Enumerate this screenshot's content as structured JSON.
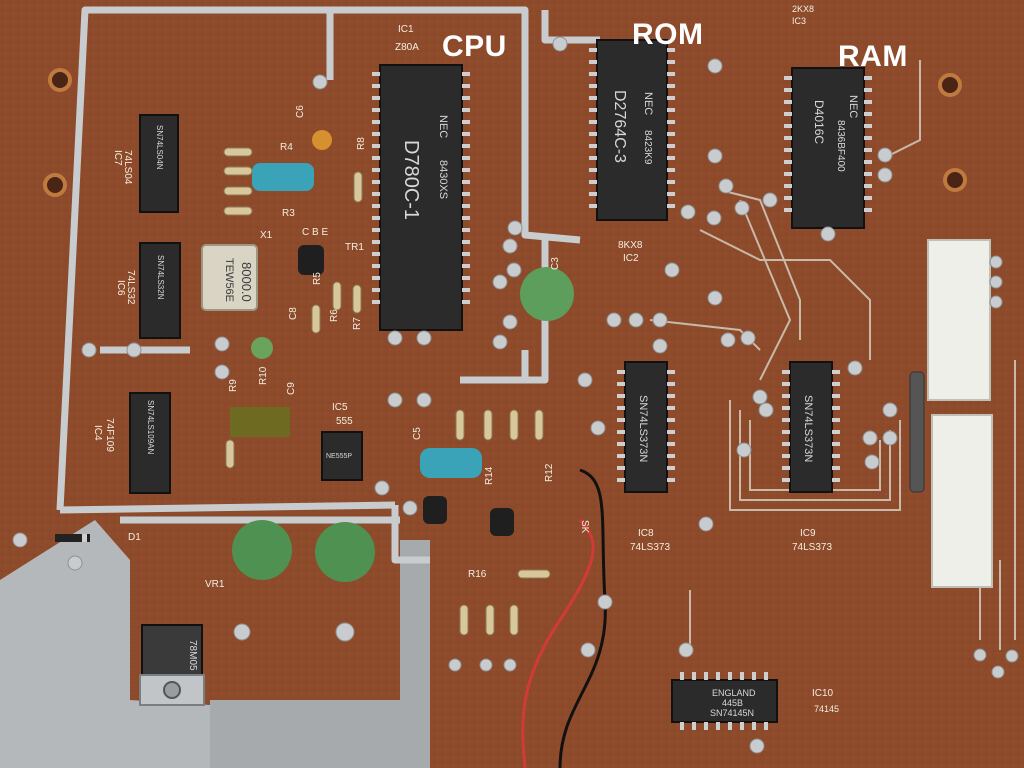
{
  "overlay_labels": {
    "cpu": "CPU",
    "rom": "ROM",
    "ram": "RAM"
  },
  "silkscreen": {
    "ic1": "IC1",
    "ic1_type": "Z80A",
    "ic2": "IC2",
    "ic2_type": "8KX8",
    "ic3": "IC3",
    "ic3_type": "2KX8",
    "ic4": "IC4",
    "ic4_type": "74F109",
    "ic5": "IC5",
    "ic5_type": "555",
    "ic6": "IC6",
    "ic6_type": "74LS32",
    "ic7": "IC7",
    "ic7_type": "74LS04",
    "ic8": "IC8",
    "ic8_type": "74LS373",
    "ic9": "IC9",
    "ic9_type": "74LS373",
    "ic10": "IC10",
    "ic10_type": "74145",
    "x1": "X1",
    "tr1": "TR1",
    "cbe": "C B E",
    "c3": "C3",
    "c5": "C5",
    "c6": "C6",
    "c8": "C8",
    "c9": "C9",
    "d1": "D1",
    "vr1": "VR1",
    "sk": "SK",
    "r3": "R3",
    "r4": "R4",
    "r5": "R5",
    "r6": "R6",
    "r7": "R7",
    "r8": "R8",
    "r9": "R9",
    "r10": "R10",
    "r12": "R12",
    "r14": "R14",
    "r16": "R16"
  },
  "chip_markings": {
    "cpu_brand": "NEC",
    "cpu_part": "D780C-1",
    "cpu_lot": "8430XS",
    "rom_brand": "NEC",
    "rom_part": "D2764C-3",
    "rom_lot": "8423K9",
    "ram_brand": "NEC",
    "ram_part": "D4016C",
    "ram_lot": "8436BF400",
    "ic8_part": "SN74LS373N",
    "ic9_part": "SN74LS373N",
    "ic10_origin": "ENGLAND",
    "ic10_code": "445B",
    "ic10_part": "SN74145N",
    "ic4_part": "SN74LS109AN",
    "ic6_part": "SN74LS32N",
    "ic7_part": "SN74LS04N",
    "ic5_part": "NE555P",
    "crystal_freq": "8000.0",
    "crystal_code": "TEW56E",
    "regulator_part": "78M05"
  }
}
